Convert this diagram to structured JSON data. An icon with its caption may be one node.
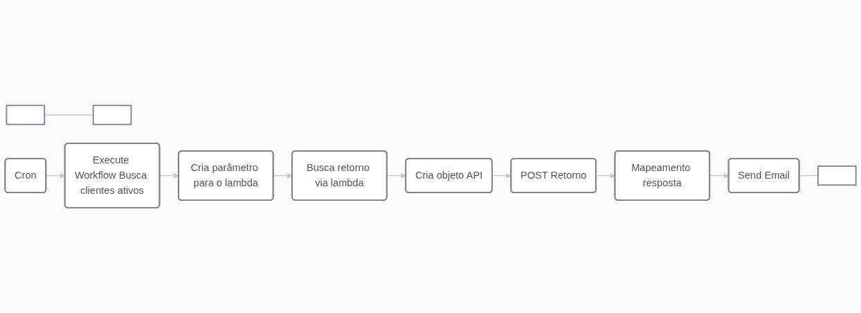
{
  "diagram": {
    "nodes": [
      {
        "text": [],
        "shape": "box"
      },
      {
        "text": [],
        "shape": "box"
      },
      {
        "text": [
          "Cron"
        ]
      },
      {
        "text": [
          "Execute Workflow Busca clientes ativos"
        ]
      },
      {
        "text": [
          "Cria parâmetro para o lambda"
        ]
      },
      {
        "text": [
          "Busca retorno via lambda"
        ]
      },
      {
        "text": [
          "Cria objeto API"
        ]
      },
      {
        "text": [
          "POST Retorno"
        ]
      },
      {
        "text": [
          "Mapeamento resposta"
        ]
      },
      {
        "text": [
          "Send Email"
        ]
      },
      {
        "text": [],
        "shape": "box"
      }
    ],
    "edges": [
      {
        "from": 0,
        "to": 1,
        "arrow": "none"
      },
      {
        "from": 2,
        "to": 3,
        "arrow": "to"
      },
      {
        "from": 3,
        "to": 4,
        "arrow": "to"
      },
      {
        "from": 4,
        "to": 5,
        "arrow": "to"
      },
      {
        "from": 5,
        "to": 6,
        "arrow": "to"
      },
      {
        "from": 6,
        "to": 7,
        "arrow": "to"
      },
      {
        "from": 7,
        "to": 8,
        "arrow": "to"
      },
      {
        "from": 8,
        "to": 9,
        "arrow": "to"
      },
      {
        "from": 9,
        "to": 10,
        "arrow": "none"
      }
    ]
  }
}
